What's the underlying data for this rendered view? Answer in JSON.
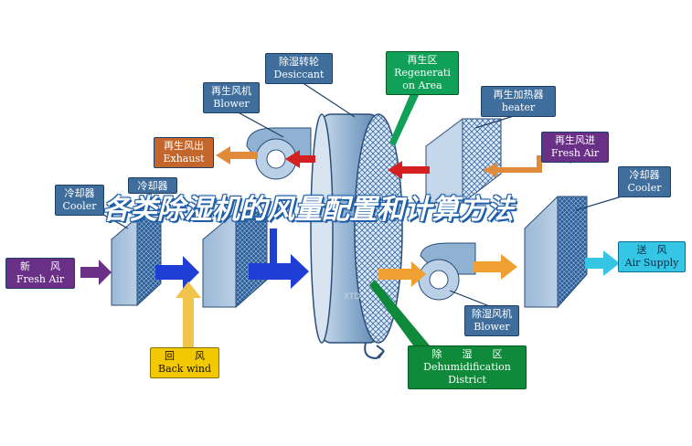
{
  "overlay_title": "各类除湿机的风量配置和计算方法",
  "watermark": "XTD",
  "labels": {
    "desiccant": {
      "cn": "除湿转轮",
      "en": "Desiccant"
    },
    "regen_area": {
      "cn": "再生区",
      "en1": "Regenerati",
      "en2": "on Area"
    },
    "regen_blower": {
      "cn": "再生风机",
      "en": "Blower"
    },
    "regen_heater": {
      "cn": "再生加热器",
      "en": "heater"
    },
    "exhaust": {
      "cn": "再生风出",
      "en": "Exhaust"
    },
    "regen_fresh": {
      "cn": "再生风进",
      "en": "Fresh Air"
    },
    "cooler_left": {
      "cn": "冷却器",
      "en": "Cooler"
    },
    "cooler_mid": {
      "cn": "冷却器"
    },
    "cooler_right": {
      "cn": "冷却器",
      "en": "Cooler"
    },
    "fresh_air": {
      "cn": "新　　风",
      "en": "Fresh Air"
    },
    "air_supply": {
      "cn": "送　风",
      "en": "Air Supply"
    },
    "back_wind": {
      "cn": "回　　风",
      "en": "Back wind"
    },
    "process_blower": {
      "cn": "除湿风机",
      "en": "Blower"
    },
    "dehum_district": {
      "cn": "除　　湿　　区",
      "en1": "Dehumidification",
      "en2": "District"
    }
  }
}
